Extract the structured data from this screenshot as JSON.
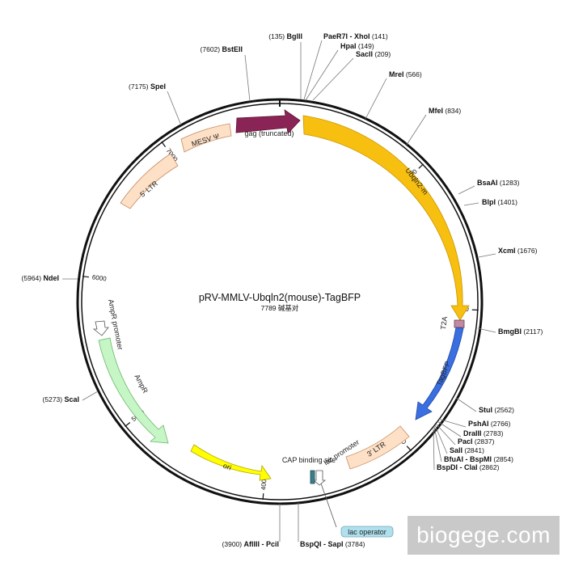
{
  "plasmid": {
    "name": "pRV-MMLV-Ubqln2(mouse)-TagBFP",
    "length_label": "7789 碱基对",
    "total_bp": 7789
  },
  "ticks": [
    {
      "bp": 1000,
      "label": "1000"
    },
    {
      "bp": 2000,
      "label": "2000"
    },
    {
      "bp": 3000,
      "label": "3000"
    },
    {
      "bp": 4000,
      "label": "4000"
    },
    {
      "bp": 5000,
      "label": "5000"
    },
    {
      "bp": 6000,
      "label": "6000"
    },
    {
      "bp": 7000,
      "label": "7000"
    }
  ],
  "features": [
    {
      "id": "gag",
      "label": "gag (truncated)",
      "type": "arrow",
      "color": "#8b2456",
      "text_color": "#333333"
    },
    {
      "id": "ubqln2",
      "label": "Ubqln2-m",
      "type": "arrow",
      "color": "#f7bf0f",
      "text_color": "#7a5a00"
    },
    {
      "id": "t2a",
      "label": "T2A",
      "type": "box",
      "color": "#c28aa0",
      "text_color": "#333333"
    },
    {
      "id": "tagbfp",
      "label": "TagBFP",
      "type": "arrow",
      "color": "#3a6fe0",
      "text_color": "#ffffff"
    },
    {
      "id": "ltr3",
      "label": "3' LTR",
      "type": "box",
      "color": "#fde0c6",
      "text_color": "#333333"
    },
    {
      "id": "lac_promoter",
      "label": "lac promoter",
      "type": "arrow",
      "color": "#ffffff",
      "text_color": "#333333"
    },
    {
      "id": "cap_site",
      "label": "CAP binding site",
      "type": "box",
      "color": "#3a7f8a",
      "text_color": "#333333"
    },
    {
      "id": "ori",
      "label": "ori",
      "type": "arrow",
      "color": "#ffff00",
      "text_color": "#333333"
    },
    {
      "id": "ampr",
      "label": "AmpR",
      "type": "arrow",
      "color": "#c6f5c6",
      "text_color": "#333333"
    },
    {
      "id": "ampr_promoter",
      "label": "AmpR promoter",
      "type": "arrow",
      "color": "#ffffff",
      "text_color": "#333333"
    },
    {
      "id": "ltr5",
      "label": "5' LTR",
      "type": "box",
      "color": "#fde0c6",
      "text_color": "#333333"
    },
    {
      "id": "mesv",
      "label": "MESV Ψ",
      "type": "box",
      "color": "#fde0c6",
      "text_color": "#333333"
    }
  ],
  "sites": [
    {
      "name": "BglII",
      "pos": "(135)",
      "side": "left"
    },
    {
      "name": "PaeR7I - XhoI",
      "pos": "(141)",
      "side": "right"
    },
    {
      "name": "HpaI",
      "pos": "(149)",
      "side": "right"
    },
    {
      "name": "SacII",
      "pos": "(209)",
      "side": "right"
    },
    {
      "name": "MreI",
      "pos": "(566)",
      "side": "right"
    },
    {
      "name": "MfeI",
      "pos": "(834)",
      "side": "right"
    },
    {
      "name": "BsaAI",
      "pos": "(1283)",
      "side": "right"
    },
    {
      "name": "BlpI",
      "pos": "(1401)",
      "side": "right"
    },
    {
      "name": "XcmI",
      "pos": "(1676)",
      "side": "right"
    },
    {
      "name": "BmgBI",
      "pos": "(2117)",
      "side": "right"
    },
    {
      "name": "StuI",
      "pos": "(2562)",
      "side": "right"
    },
    {
      "name": "PshAI",
      "pos": "(2766)",
      "side": "right"
    },
    {
      "name": "DraIII",
      "pos": "(2783)",
      "side": "right"
    },
    {
      "name": "PacI",
      "pos": "(2837)",
      "side": "right"
    },
    {
      "name": "SalI",
      "pos": "(2841)",
      "side": "right"
    },
    {
      "name": "BfuAI - BspMI",
      "pos": "(2854)",
      "side": "right"
    },
    {
      "name": "BspDI - ClaI",
      "pos": "(2862)",
      "side": "right"
    },
    {
      "name": "BspQI - SapI",
      "pos": "(3784)",
      "side": "right"
    },
    {
      "name": "AflIII - PciI",
      "pos": "(3900)",
      "side": "left"
    },
    {
      "name": "ScaI",
      "pos": "(5273)",
      "side": "left"
    },
    {
      "name": "NdeI",
      "pos": "(5964)",
      "side": "left"
    },
    {
      "name": "SpeI",
      "pos": "(7175)",
      "side": "left"
    },
    {
      "name": "BstEII",
      "pos": "(7602)",
      "side": "left"
    }
  ],
  "callout": {
    "label": "lac operator",
    "color": "#aee0ee"
  },
  "watermark": "biogege.com"
}
